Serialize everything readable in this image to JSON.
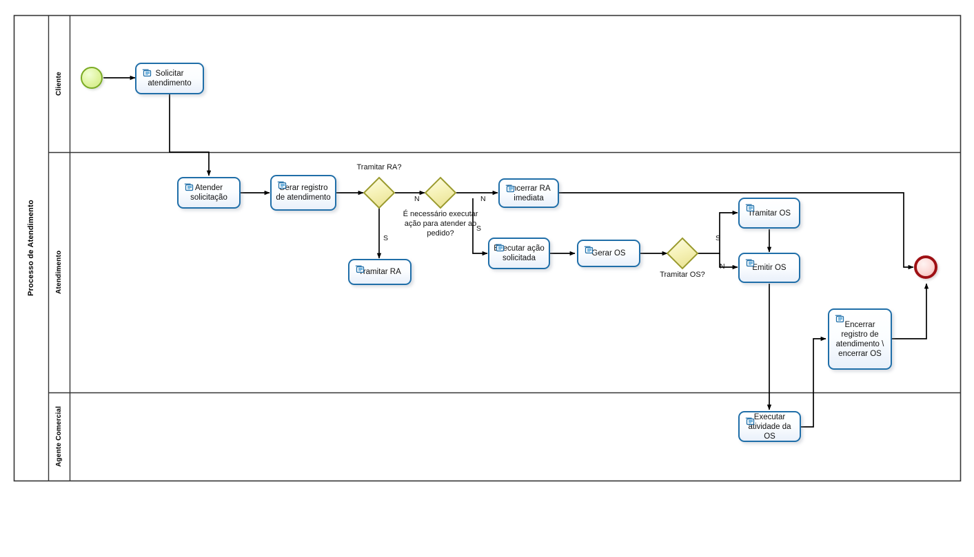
{
  "diagram": {
    "type": "bpmn-process-flow",
    "pool_title": "Processo de Atendimento",
    "lanes": [
      {
        "id": "cliente",
        "label": "Cliente"
      },
      {
        "id": "atendimento",
        "label": "Atendimento"
      },
      {
        "id": "agente",
        "label": "Agente Comercial"
      }
    ],
    "events": [
      {
        "id": "start",
        "kind": "start-event",
        "lane": "cliente",
        "label": ""
      },
      {
        "id": "end",
        "kind": "end-event",
        "lane": "atendimento",
        "label": ""
      }
    ],
    "tasks": [
      {
        "id": "t1",
        "lane": "cliente",
        "label": "Solicitar atendimento"
      },
      {
        "id": "t2",
        "lane": "atendimento",
        "label": "Atender solicitação"
      },
      {
        "id": "t3",
        "lane": "atendimento",
        "label": "Gerar registro de atendimento"
      },
      {
        "id": "t4",
        "lane": "atendimento",
        "label": "Tramitar RA"
      },
      {
        "id": "t5",
        "lane": "atendimento",
        "label": "Encerrar RA imediata"
      },
      {
        "id": "t6",
        "lane": "atendimento",
        "label": "Executar ação solicitada"
      },
      {
        "id": "t7",
        "lane": "atendimento",
        "label": "Gerar OS"
      },
      {
        "id": "t8",
        "lane": "atendimento",
        "label": "Tramitar OS"
      },
      {
        "id": "t9",
        "lane": "atendimento",
        "label": "Emitir OS"
      },
      {
        "id": "t10",
        "lane": "atendimento",
        "label": "Encerrar registro de atendimento \\ encerrar OS"
      },
      {
        "id": "t11",
        "lane": "agente",
        "label": "Executar atividade da OS"
      }
    ],
    "gateways": [
      {
        "id": "g1",
        "kind": "exclusive-gateway",
        "label": "Tramitar  RA?"
      },
      {
        "id": "g2",
        "kind": "exclusive-gateway",
        "label": "É necessário executar ação para atender ao pedido?"
      },
      {
        "id": "g3",
        "kind": "exclusive-gateway",
        "label": "Tramitar OS?"
      }
    ],
    "flow_conditions": {
      "g1_yes": "S",
      "g1_no": "N",
      "g2_yes": "S",
      "g2_no": "N",
      "g3_yes": "S",
      "g3_no": "N"
    },
    "colors": {
      "task_border": "#1f6ea8",
      "gateway_fill": "#f7f4c0",
      "gateway_border": "#9a9a2e",
      "start_border": "#7aab24",
      "end_border": "#9e1014",
      "frame": "#333333"
    }
  }
}
